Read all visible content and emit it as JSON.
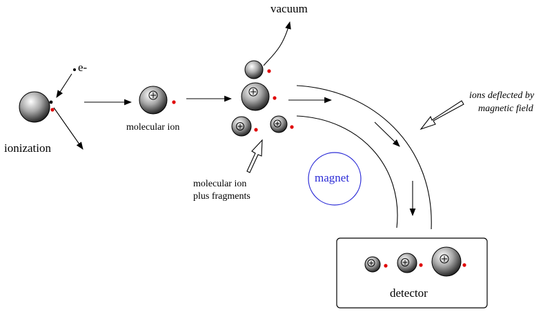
{
  "labels": {
    "electron": "e-",
    "ionization": "ionization",
    "molecular_ion": "molecular ion",
    "vacuum": "vacuum",
    "fragments_line1": "molecular ion",
    "fragments_line2": "plus fragments",
    "magnet": "magnet",
    "deflect_line1": "ions deflected by",
    "deflect_line2": "magnetic field",
    "detector": "detector"
  },
  "colors": {
    "radical_dot": "#e00000",
    "magnet": "#2b2bd6"
  }
}
